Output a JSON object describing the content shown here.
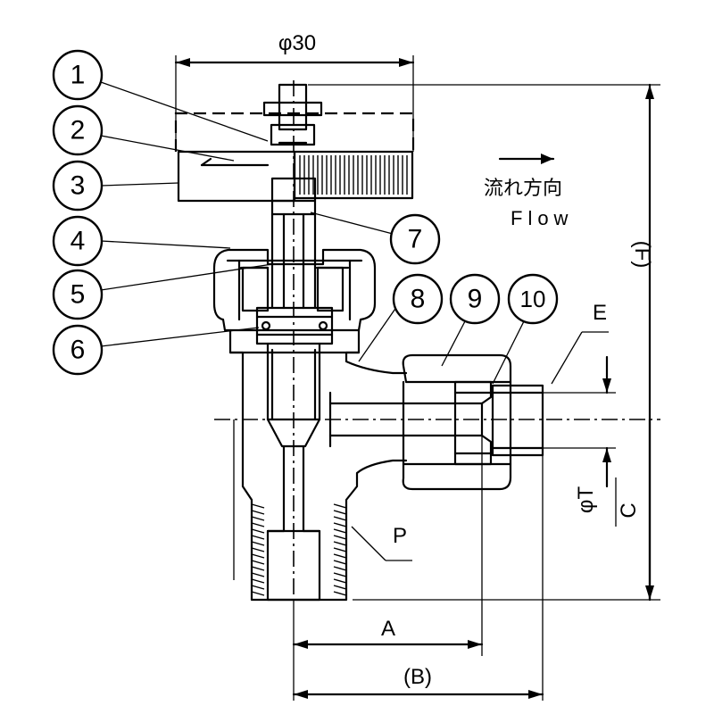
{
  "callouts": [
    "1",
    "2",
    "3",
    "4",
    "5",
    "6",
    "7",
    "8",
    "9",
    "10"
  ],
  "dimensions": {
    "diameter_top": "φ30",
    "A": "A",
    "B": "(B)",
    "F": "(F)",
    "C": "C",
    "T": "φT",
    "E": "E",
    "P": "P"
  },
  "flow": {
    "label_jp": "流れ方向",
    "label_en": "Flow"
  }
}
